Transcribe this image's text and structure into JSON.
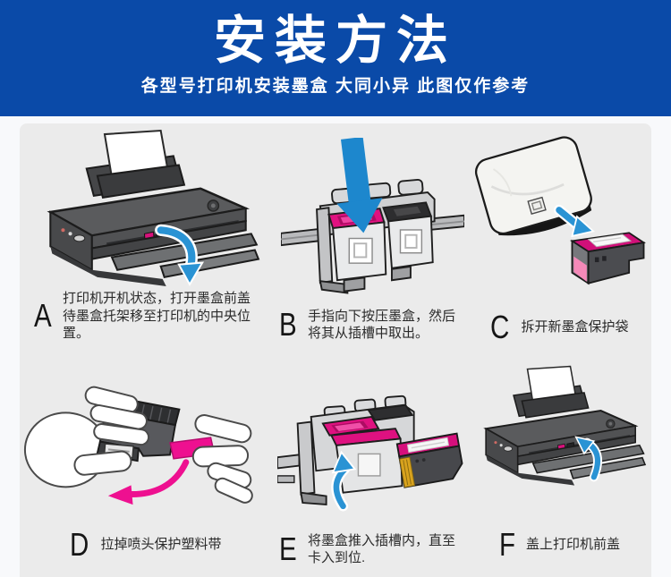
{
  "header": {
    "title": "安装方法",
    "subtitle": "各型号打印机安装墨盒  大同小异 此图仅作参考"
  },
  "steps": [
    {
      "letter": "A",
      "line1": "打印机开机状态，打开墨盒前盖",
      "line2": "待墨盒托架移至打印机的中央位置。"
    },
    {
      "letter": "B",
      "line1": "手指向下按压墨盒，然后",
      "line2": "将其从插槽中取出。"
    },
    {
      "letter": "C",
      "line1": "拆开新墨盒保护袋",
      "line2": ""
    },
    {
      "letter": "D",
      "line1": "拉掉喷头保护塑料带",
      "line2": ""
    },
    {
      "letter": "E",
      "line1": "将墨盒推入插槽内，直至",
      "line2": "卡入到位."
    },
    {
      "letter": "F",
      "line1": "盖上打印机前盖",
      "line2": ""
    }
  ],
  "colors": {
    "banner_blue": "#0a4aa8",
    "panel_gray": "#ebebeb",
    "arrow_blue": "#2a93d4",
    "big_arrow_blue": "#1d87cd",
    "cartridge_magenta": "#df1180",
    "tape_pink": "#ee1090",
    "contact_gold": "#d9a31e"
  },
  "icons": {
    "step_a_arrow": "blue-curved-arrow-down",
    "step_b_arrow": "blue-big-arrow-down",
    "step_c_arrow": "blue-arrow-down-right",
    "step_d_arrow": "pink-curved-arrow",
    "step_e_arrow": "blue-curved-arrow-up",
    "step_f_arrow": "blue-curved-arrow-up"
  }
}
